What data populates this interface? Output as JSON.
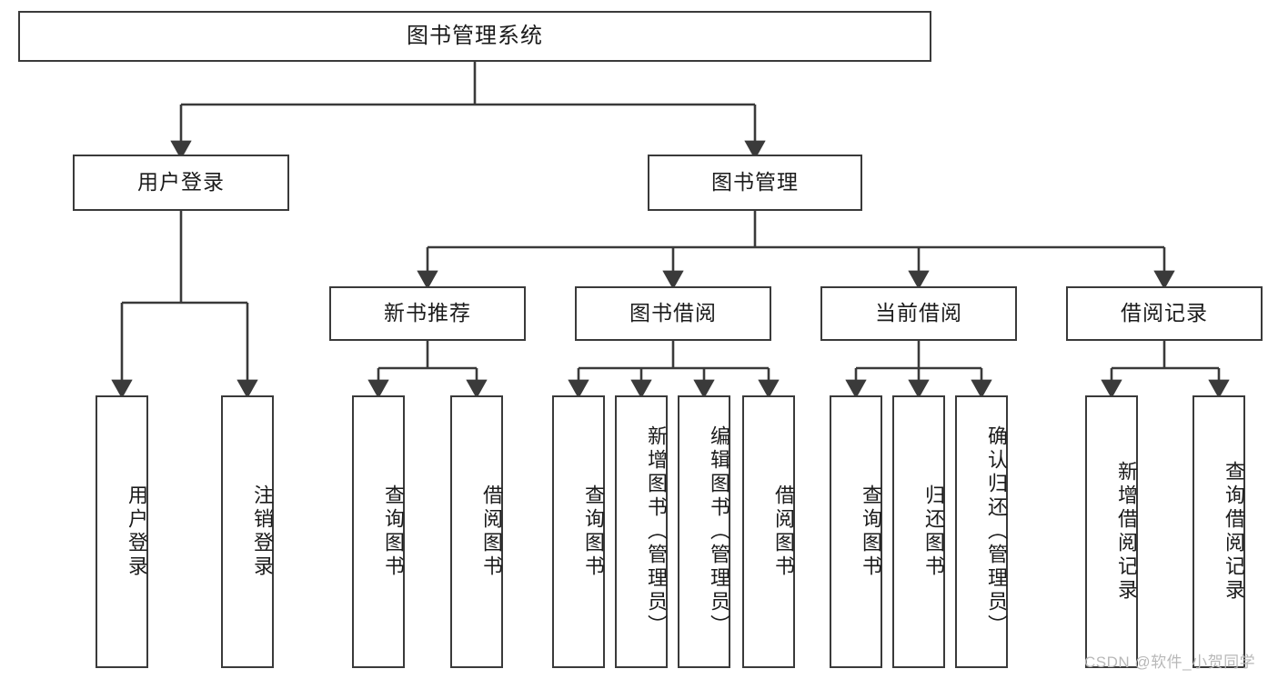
{
  "diagram": {
    "type": "tree-hierarchy-chart",
    "title": "图书管理系统",
    "watermark": "CSDN @软件_小贺同学",
    "colors": {
      "stroke": "#3a3a3a",
      "fill": "#ffffff",
      "text": "#1b1b1b",
      "watermark": "#b8b8b8"
    },
    "levels": [
      {
        "level": 0,
        "nodes": [
          {
            "id": "root",
            "label": "图书管理系统",
            "orientation": "horizontal"
          }
        ]
      },
      {
        "level": 1,
        "nodes": [
          {
            "id": "login",
            "label": "用户登录",
            "orientation": "horizontal",
            "parent": "root"
          },
          {
            "id": "bookmgmt",
            "label": "图书管理",
            "orientation": "horizontal",
            "parent": "root"
          }
        ]
      },
      {
        "level": 2,
        "nodes": [
          {
            "id": "newbook",
            "label": "新书推荐",
            "orientation": "horizontal",
            "parent": "bookmgmt"
          },
          {
            "id": "borrow",
            "label": "图书借阅",
            "orientation": "horizontal",
            "parent": "bookmgmt"
          },
          {
            "id": "current",
            "label": "当前借阅",
            "orientation": "horizontal",
            "parent": "bookmgmt"
          },
          {
            "id": "records",
            "label": "借阅记录",
            "orientation": "horizontal",
            "parent": "bookmgmt"
          }
        ]
      },
      {
        "level": 3,
        "nodes": [
          {
            "id": "leaf-login-1",
            "label": "用户登录",
            "orientation": "vertical",
            "parent": "login"
          },
          {
            "id": "leaf-login-2",
            "label": "注销登录",
            "orientation": "vertical",
            "parent": "login"
          },
          {
            "id": "leaf-new-1",
            "label": "查询图书",
            "orientation": "vertical",
            "parent": "newbook"
          },
          {
            "id": "leaf-new-2",
            "label": "借阅图书",
            "orientation": "vertical",
            "parent": "newbook"
          },
          {
            "id": "leaf-borrow-1",
            "label": "查询图书",
            "orientation": "vertical",
            "parent": "borrow"
          },
          {
            "id": "leaf-borrow-2",
            "label": "新增图书（管理员）",
            "orientation": "vertical",
            "parent": "borrow"
          },
          {
            "id": "leaf-borrow-3",
            "label": "编辑图书（管理员）",
            "orientation": "vertical",
            "parent": "borrow"
          },
          {
            "id": "leaf-borrow-4",
            "label": "借阅图书",
            "orientation": "vertical",
            "parent": "borrow"
          },
          {
            "id": "leaf-cur-1",
            "label": "查询图书",
            "orientation": "vertical",
            "parent": "current"
          },
          {
            "id": "leaf-cur-2",
            "label": "归还图书",
            "orientation": "vertical",
            "parent": "current"
          },
          {
            "id": "leaf-cur-3",
            "label": "确认归还（管理员）",
            "orientation": "vertical",
            "parent": "current"
          },
          {
            "id": "leaf-rec-1",
            "label": "新增借阅记录",
            "orientation": "vertical",
            "parent": "records"
          },
          {
            "id": "leaf-rec-2",
            "label": "查询借阅记录",
            "orientation": "vertical",
            "parent": "records"
          }
        ]
      }
    ]
  }
}
